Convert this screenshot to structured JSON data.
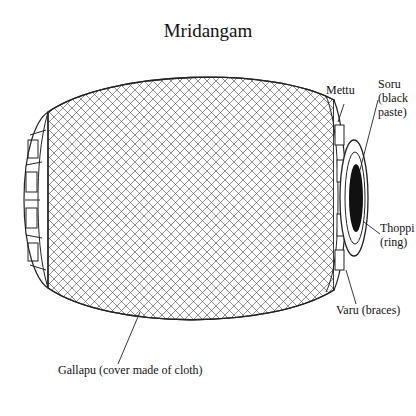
{
  "diagram": {
    "title": "Mridangam",
    "labels": [
      "Mettu",
      "Soru (black paste)",
      "Thoppi (ring)",
      "Varu (braces)",
      "Gallapu (cover made of cloth)"
    ]
  }
}
